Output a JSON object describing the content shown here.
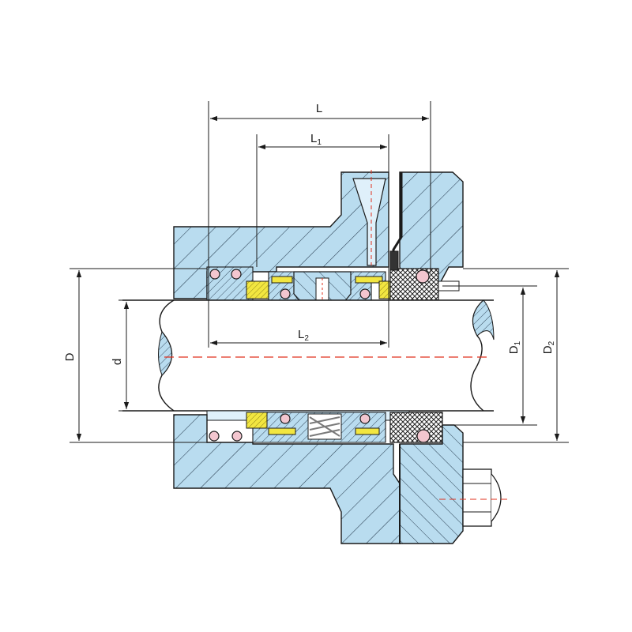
{
  "labels": {
    "L": "L",
    "L1": {
      "main": "L",
      "sub": "1"
    },
    "L2": {
      "main": "L",
      "sub": "2"
    },
    "D": "D",
    "d": "d",
    "D1": {
      "main": "D",
      "sub": "1"
    },
    "D2": {
      "main": "D",
      "sub": "2"
    }
  },
  "colors": {
    "housing": "#b9dcef",
    "hatch": "#2a3f52",
    "outline": "#1a1a1a",
    "shaft": "#ffffff",
    "centerline": "#e0301e",
    "seal_face": "#f2e640",
    "packing": "#444444",
    "ball": "#f3c6cf",
    "spring": "#7a7a7a"
  }
}
